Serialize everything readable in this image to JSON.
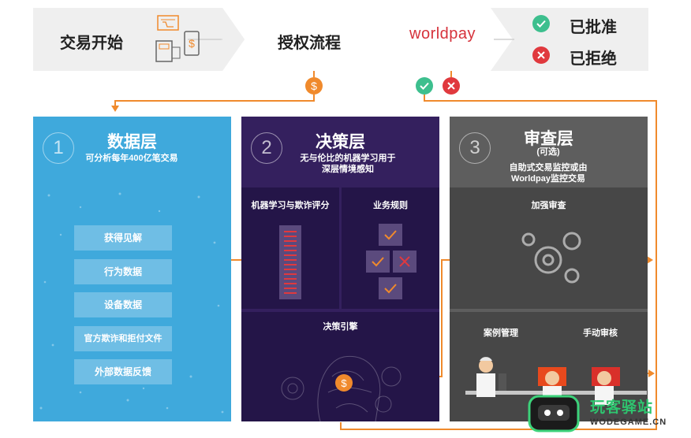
{
  "top": {
    "start": "交易开始",
    "auth": "授权流程",
    "brand": "worldpay",
    "approved": "已批准",
    "declined": "已拒绝"
  },
  "panel1": {
    "num": "1",
    "title": "数据层",
    "subtitle": "可分析每年400亿笔交易",
    "items": [
      "获得见解",
      "行为数据",
      "设备数据",
      "官方欺诈和拒付文件",
      "外部数据反馈"
    ]
  },
  "panel2": {
    "num": "2",
    "title": "决策层",
    "subtitle_line1": "无与伦比的机器学习用于",
    "subtitle_line2": "深层情境感知",
    "ml": "机器学习与欺诈评分",
    "rules": "业务规则",
    "engine": "决策引擎"
  },
  "panel3": {
    "num": "3",
    "title": "审查层",
    "optional": "(可选)",
    "subtitle_line1": "自助式交易监控或由",
    "subtitle_line2": "Worldpay监控交易",
    "enhanced": "加强审查",
    "case": "案例管理",
    "manual": "手动审核"
  },
  "watermark": {
    "cn": "玩客驿站",
    "en": "WODEGAME.CN"
  },
  "colors": {
    "orange": "#f08a2c",
    "green": "#3dbf8e",
    "red": "#e0393e",
    "blue": "#3fa9dc",
    "purple": "#34205e",
    "grey": "#5e5e5e"
  },
  "icons": [
    "store-icon",
    "pos-terminal-icon",
    "phone-payment-icon",
    "dollar-icon",
    "check-icon",
    "cross-icon",
    "gears-icon",
    "brain-icon",
    "scientist-icon",
    "reviewer-icon",
    "robot-icon"
  ]
}
